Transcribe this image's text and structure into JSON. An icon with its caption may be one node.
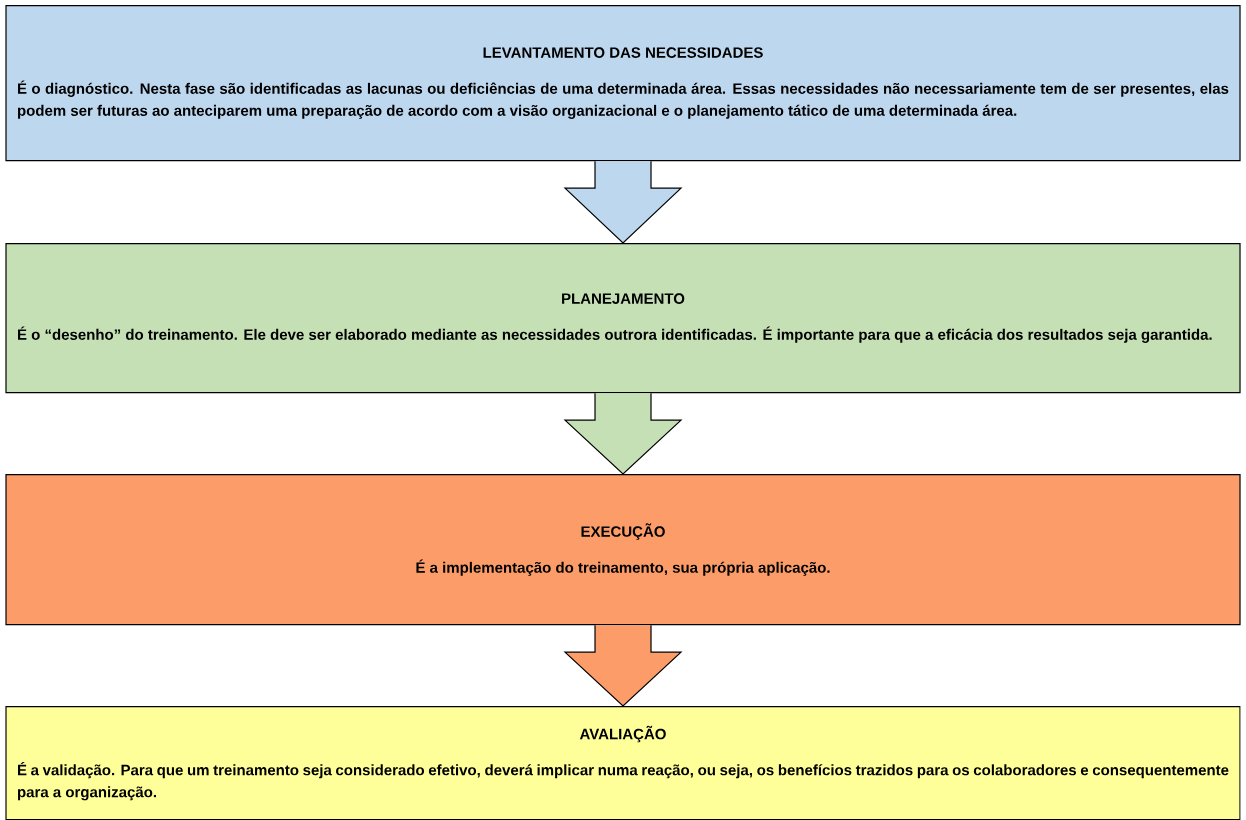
{
  "diagram": {
    "nodes": [
      {
        "text": [
          "LEVANTAMENTO DAS NECESSIDADES",
          "É o diagnóstico. Nesta fase são identificadas as lacunas ou deficiências de uma determinada área. Essas necessidades não necessariamente tem de ser presentes, elas podem ser futuras ao anteciparem uma preparação de acordo com a visão organizacional e o planejamento tático de uma determinada área."
        ]
      },
      {
        "text": [
          "PLANEJAMENTO",
          "É o “desenho” do treinamento. Ele deve ser elaborado mediante as necessidades outrora identificadas. É importante para que a eficácia dos resultados seja garantida."
        ]
      },
      {
        "text": [
          "EXECUÇÃO",
          "É a implementação do treinamento, sua própria aplicação."
        ]
      },
      {
        "text": [
          "AVALIAÇÃO",
          "É a validação. Para que um treinamento seja considerado efetivo, deverá implicar numa reação, ou seja, os benefícios trazidos para os colaboradores e consequentemente para a organização."
        ]
      }
    ],
    "edges": [
      {
        "from": 0,
        "to": 1,
        "arrow": "to",
        "color": "#bdd7ee"
      },
      {
        "from": 1,
        "to": 2,
        "arrow": "to",
        "color": "#c5e0b4"
      },
      {
        "from": 2,
        "to": 3,
        "arrow": "to",
        "color": "#fc9c68"
      }
    ]
  }
}
